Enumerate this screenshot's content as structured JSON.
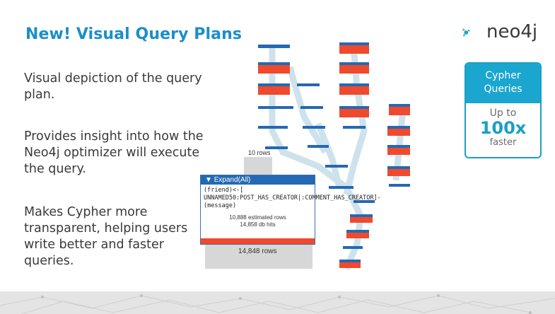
{
  "slide": {
    "title": "New! Visual Query Plans",
    "bullets": [
      "Visual depiction of the query plan.",
      "Provides insight into how the Neo4j optimizer will execute the query.",
      "Makes Cypher more transparent, helping users write better and faster queries."
    ]
  },
  "logo": {
    "text": "neo4j",
    "colors": {
      "primary": "#1aa6cf",
      "accent": "#6abf4b",
      "text": "#3a3a3a"
    }
  },
  "badge": {
    "title_line1": "Cypher",
    "title_line2": "Queries",
    "up_to": "Up to",
    "value": "100x",
    "caption": "faster"
  },
  "plan": {
    "upper_rows": "10 rows",
    "expand": {
      "header": "Expand(All)",
      "query": "(friend)<-[ UNNAMED50:POST_HAS_CREATOR|:COMMENT_HAS_CREATOR]-(message)",
      "estimated_rows": "10,888 estimated rows",
      "db_hits": "14,858 db hits"
    },
    "lower_rows": "14,848 rows"
  },
  "colors": {
    "title": "#1b8ec9",
    "operator_blue": "#2469b3",
    "operator_red": "#ef4a2d",
    "flow": "#bcd9e8"
  }
}
